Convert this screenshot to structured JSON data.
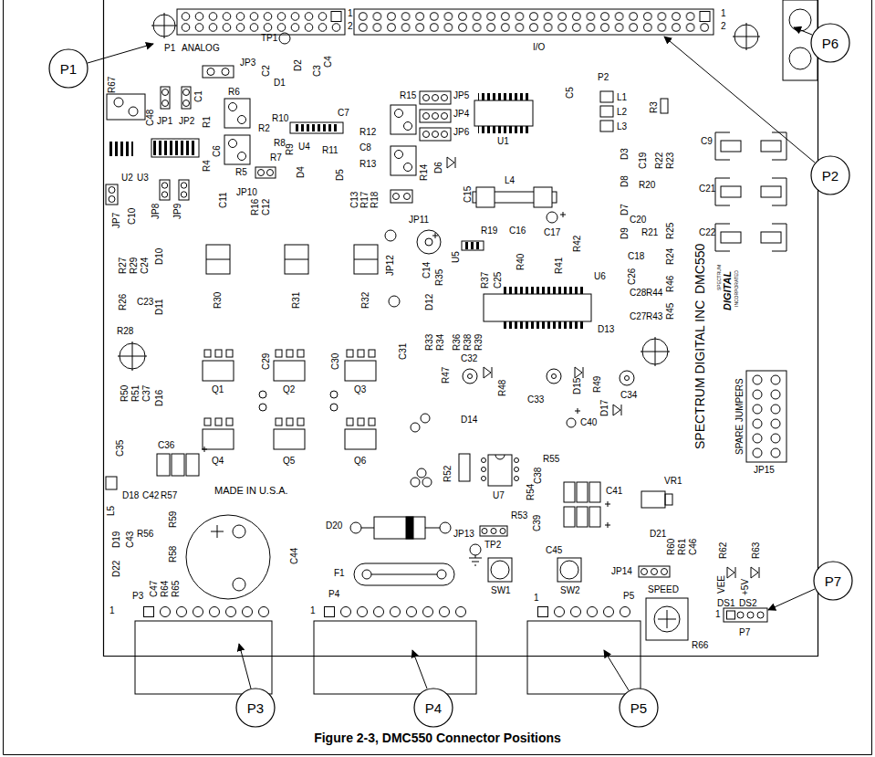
{
  "diagram": {
    "caption": "Figure 2-3, DMC550 Connector Positions",
    "nodes": [
      {
        "text": [
          "P1"
        ]
      },
      {
        "text": [
          "P6"
        ]
      },
      {
        "text": [
          "P2"
        ]
      },
      {
        "text": [
          "P7"
        ]
      },
      {
        "text": [
          "P3"
        ]
      },
      {
        "text": [
          "P4"
        ]
      },
      {
        "text": [
          "P5"
        ]
      }
    ],
    "labels": [
      "1",
      "2",
      "1",
      "2",
      "P1",
      "ANALOG",
      "I/O",
      "P2",
      "TP1",
      "JP3",
      "C2",
      "D2",
      "D1",
      "C3",
      "C4",
      "R67",
      "JP1",
      "JP2",
      "C1",
      "C48",
      "R6",
      "R1",
      "R2",
      "R10",
      "C7",
      "R8",
      "R9",
      "U4",
      "C6",
      "R4",
      "R7",
      "R11",
      "R12",
      "C8",
      "R13",
      "D4",
      "D5",
      "R5",
      "JP10",
      "C11",
      "R16",
      "C12",
      "C13",
      "R17",
      "R18",
      "R15",
      "JP5",
      "JP4",
      "JP6",
      "U1",
      "C5",
      "L1",
      "L2",
      "L3",
      "R3",
      "R14",
      "D6",
      "JP11",
      "U2",
      "U3",
      "C10",
      "JP7",
      "JP8",
      "JP9",
      "L4",
      "C15",
      "R19",
      "C16",
      "C17",
      "C14",
      "JP12",
      "U5",
      "R35",
      "R37",
      "R40",
      "R41",
      "R42",
      "C25",
      "U6",
      "C26",
      "D12",
      "R33",
      "R34",
      "R36",
      "R38",
      "R39",
      "D13",
      "D3",
      "C19",
      "R22",
      "R23",
      "D8",
      "R20",
      "D7",
      "C20",
      "R21",
      "R25",
      "D9",
      "C18",
      "R24",
      "R46",
      "C28",
      "R44",
      "R45",
      "C27",
      "R43",
      "C9",
      "C21",
      "C22",
      "SPECTRUM DIGITAL INC",
      "DMC550",
      "SPECTRUM",
      "DIGITAL",
      "INCORPORATED",
      "SPARE JUMPERS",
      "JP15",
      "R27",
      "R29",
      "C24",
      "D10",
      "R26",
      "C23",
      "D11",
      "R28",
      "R30",
      "R31",
      "R32",
      "C29",
      "C30",
      "C31",
      "Q1",
      "Q2",
      "Q3",
      "Q4",
      "Q5",
      "Q6",
      "R50",
      "R51",
      "C37",
      "D16",
      "C35",
      "C36",
      "L5",
      "D18",
      "C42",
      "R57",
      "R59",
      "D19",
      "C43",
      "R56",
      "R58",
      "D22",
      "C47",
      "R64",
      "R65",
      "P3",
      "1",
      "MADE IN U.S.A.",
      "C44",
      "R52",
      "D20",
      "F1",
      "JP13",
      "TP2",
      "SW1",
      "SW2",
      "C45",
      "C41",
      "C38",
      "C39",
      "R53",
      "R54",
      "R55",
      "U7",
      "C32",
      "R47",
      "D14",
      "R48",
      "C33",
      "D15",
      "R49",
      "C34",
      "D17",
      "C40",
      "VR1",
      "D21",
      "R60",
      "R61",
      "C46",
      "JP14",
      "SPEED",
      "R66",
      "VEE",
      "+5V",
      "DS1",
      "DS2",
      "R62",
      "R63",
      "P7",
      "1",
      "1",
      "P4",
      "1",
      "P5"
    ]
  }
}
